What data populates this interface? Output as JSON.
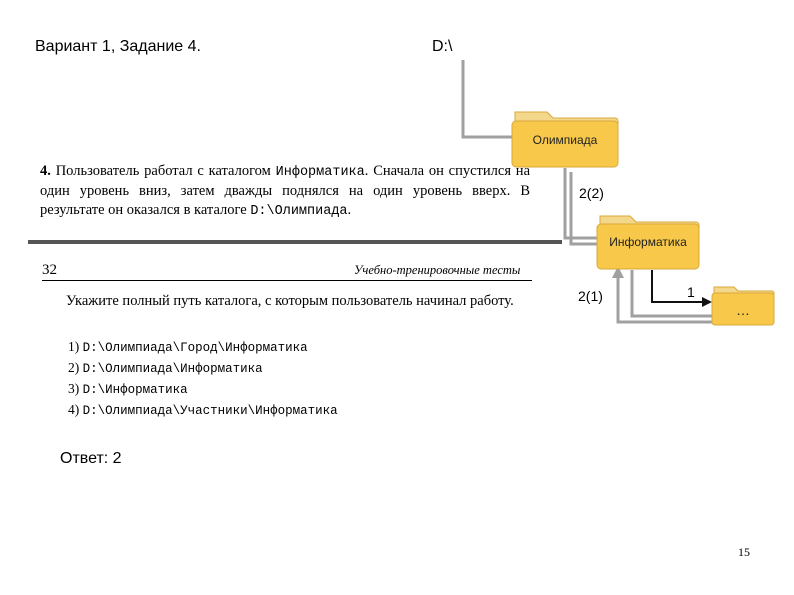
{
  "header": {
    "variant": "Вариант 1, Задание 4.",
    "drive": "D:\\"
  },
  "task": {
    "number": "4.",
    "text_part1": "Пользователь работал с каталогом ",
    "catalog1": "Информатика",
    "text_part2": ". Сначала он спустился на один уровень вниз, затем дважды поднялся на один уровень вверх. В результате он оказался в каталоге ",
    "catalog2": "D:\\Олимпиада",
    "text_part3": "."
  },
  "book": {
    "page": "32",
    "running_head": "Учебно-тренировочные тесты",
    "question": "Укажите полный путь каталога, с которым пользователь начинал работу.",
    "options": [
      {
        "num": "1)",
        "path": "D:\\Олимпиада\\Город\\Информатика"
      },
      {
        "num": "2)",
        "path": "D:\\Олимпиада\\Информатика"
      },
      {
        "num": "3)",
        "path": "D:\\Информатика"
      },
      {
        "num": "4)",
        "path": "D:\\Олимпиада\\Участники\\Информатика"
      }
    ]
  },
  "answer": "Ответ: 2",
  "diagram": {
    "folder1": "Олимпиада",
    "folder2": "Информатика",
    "folder3": "…",
    "step_up2": "2(2)",
    "step_up1": "2(1)",
    "step_down": "1"
  },
  "slide_number": "15",
  "colors": {
    "folder_fill": "#f7c84a",
    "folder_tab": "#f3d78a",
    "line_gray": "#a0a0a0",
    "rule": "#555555"
  }
}
